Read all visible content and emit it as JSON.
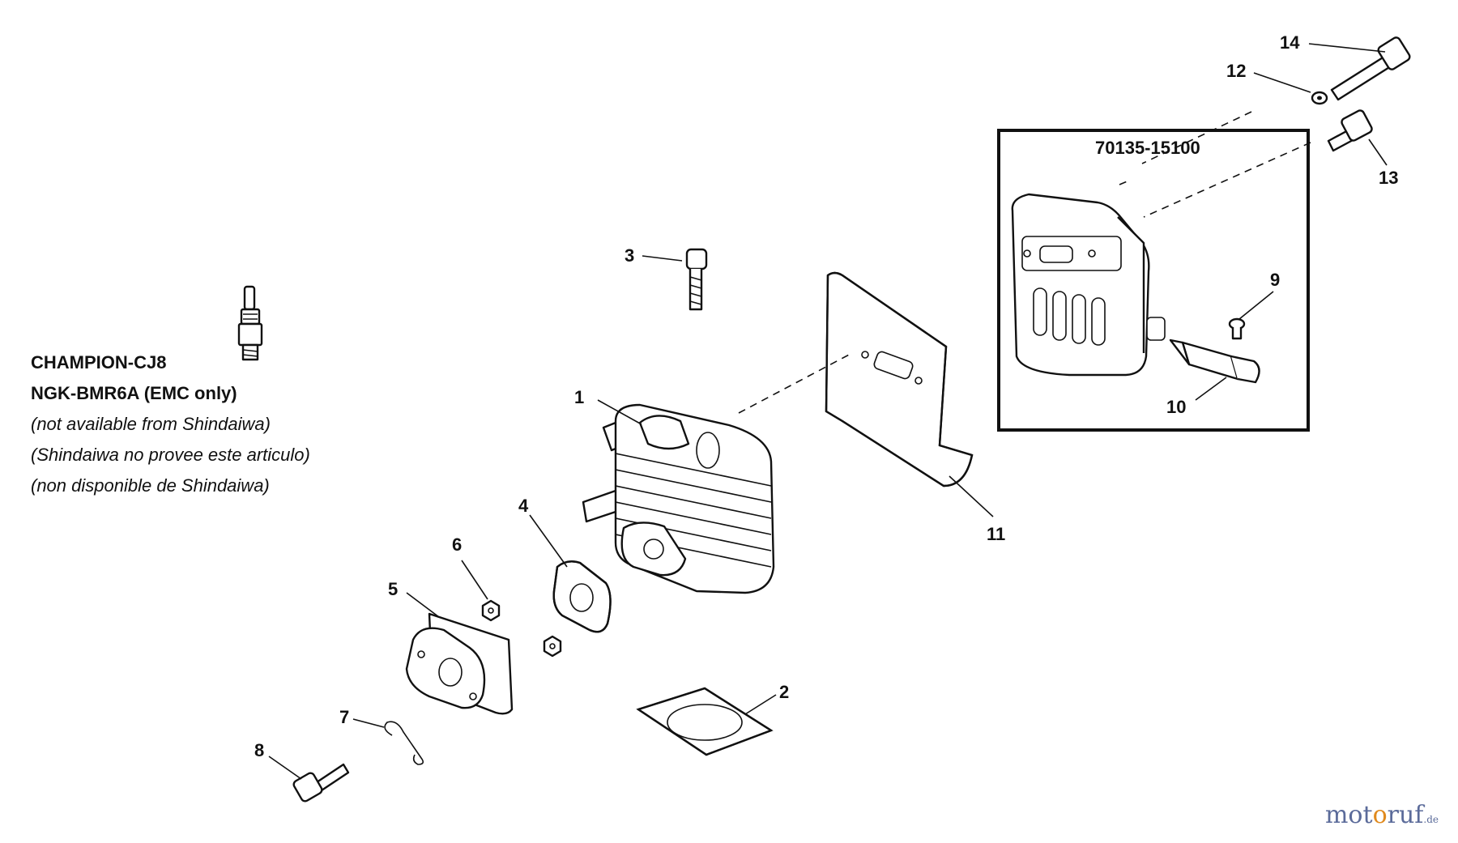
{
  "callouts": {
    "c1": "1",
    "c2": "2",
    "c3": "3",
    "c4": "4",
    "c5": "5",
    "c6": "6",
    "c7": "7",
    "c8": "8",
    "c9": "9",
    "c10": "10",
    "c11": "11",
    "c12": "12",
    "c13": "13",
    "c14": "14"
  },
  "assembly": {
    "part_number": "70135-15100"
  },
  "spark_plug_note": {
    "line1": "CHAMPION-CJ8",
    "line2": "NGK-BMR6A (EMC only)",
    "line3": "(not available from Shindaiwa)",
    "line4": "(Shindaiwa no provee este articulo)",
    "line5": "(non disponible de Shindaiwa)"
  },
  "watermark": {
    "prefix": "mot",
    "highlight": "o",
    "suffix": "ruf",
    "tld": ".de"
  },
  "colors": {
    "ink": "#111111",
    "watermark_blue": "#5b6b9a",
    "watermark_orange": "#e08a1e"
  }
}
